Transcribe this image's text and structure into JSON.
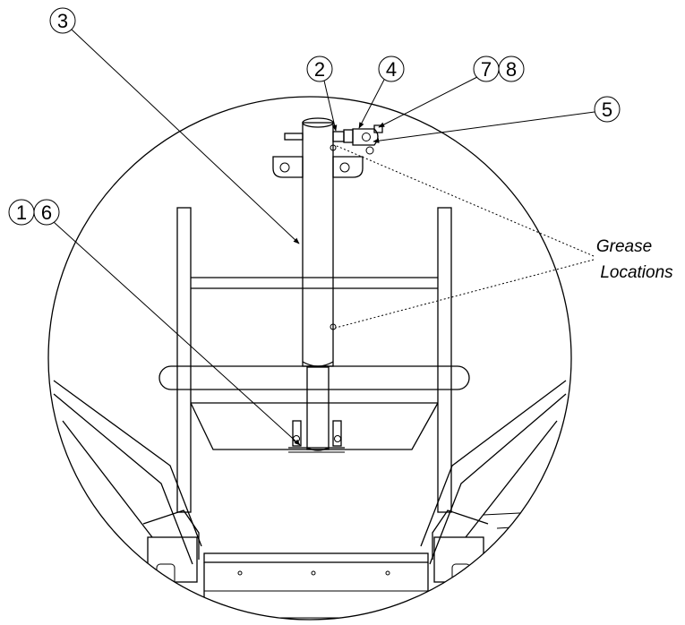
{
  "callouts": {
    "c1": "1",
    "c2": "2",
    "c3": "3",
    "c4": "4",
    "c5": "5",
    "c6": "6",
    "c7": "7",
    "c8": "8"
  },
  "grease_label": {
    "line1": "Grease",
    "line2": "Locations"
  }
}
